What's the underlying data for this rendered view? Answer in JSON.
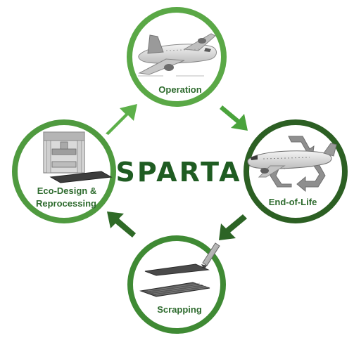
{
  "logo": {
    "text": "SPARTA"
  },
  "nodes": {
    "operation": {
      "label": "Operation",
      "ring_color": "#5aa846"
    },
    "end_of_life": {
      "label": "End-of-Life",
      "ring_color": "#2c5f23"
    },
    "scrapping": {
      "label": "Scrapping",
      "ring_color": "#3f8a34"
    },
    "eco_design": {
      "label_line1": "Eco-Design &",
      "label_line2": "Reprocessing",
      "ring_color": "#4f9a3f"
    }
  },
  "arrows": {
    "top_left_color": "#5db04a",
    "top_right_color": "#4aa33c",
    "bottom_right_color": "#2c6425",
    "bottom_left_color": "#2f6a27"
  },
  "icons": {
    "operation": "airplane-icon",
    "end_of_life": "airplane-recycle-icon",
    "scrapping": "composite-sheets-cutter-icon",
    "eco_design": "press-machine-icon"
  }
}
